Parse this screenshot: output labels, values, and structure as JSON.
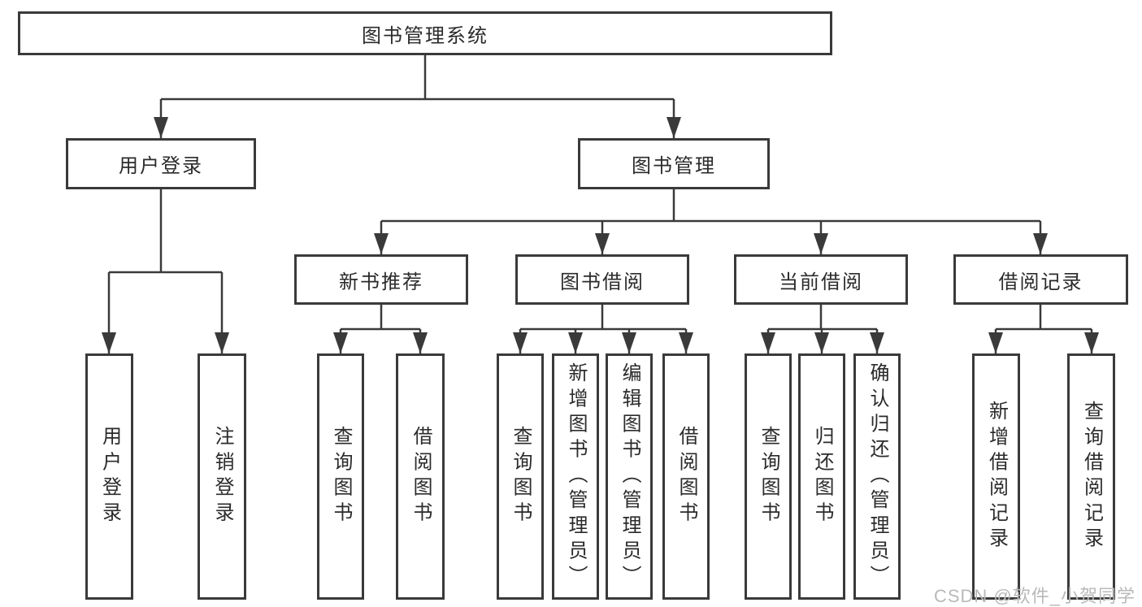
{
  "tree": {
    "label": "图书管理系统",
    "children": [
      {
        "label": "用户登录",
        "children": [
          {
            "label": "用户登录"
          },
          {
            "label": "注销登录"
          }
        ]
      },
      {
        "label": "图书管理",
        "children": [
          {
            "label": "新书推荐",
            "children": [
              {
                "label": "查询图书"
              },
              {
                "label": "借阅图书"
              }
            ]
          },
          {
            "label": "图书借阅",
            "children": [
              {
                "label": "查询图书"
              },
              {
                "label": "新增图书（管理员）"
              },
              {
                "label": "编辑图书（管理员）"
              },
              {
                "label": "借阅图书"
              }
            ]
          },
          {
            "label": "当前借阅",
            "children": [
              {
                "label": "查询图书"
              },
              {
                "label": "归还图书"
              },
              {
                "label": "确认归还（管理员）"
              }
            ]
          },
          {
            "label": "借阅记录",
            "children": [
              {
                "label": "新增借阅记录"
              },
              {
                "label": "查询借阅记录"
              }
            ]
          }
        ]
      }
    ]
  },
  "watermark": {
    "text": "CSDN @软件_小贺同学",
    "color": "#b9b9b9"
  },
  "colors": {
    "line": "#3a3a3a",
    "box_border": "#3a3a3a",
    "box_background": "#ffffff",
    "text": "#2b2b2b",
    "page_background": "#ffffff"
  }
}
